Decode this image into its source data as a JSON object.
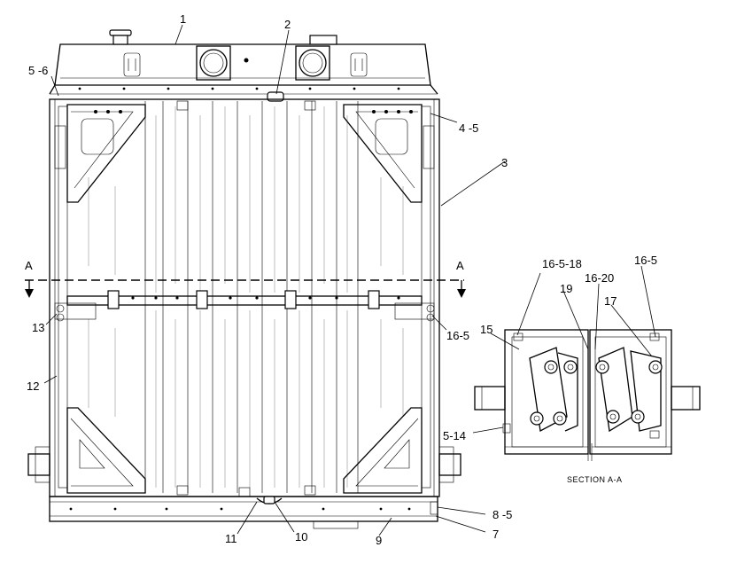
{
  "callouts": [
    {
      "id": "c1",
      "text": "1"
    },
    {
      "id": "c2",
      "text": "2"
    },
    {
      "id": "c3",
      "text": "3"
    },
    {
      "id": "c4-5",
      "text": "4 -5"
    },
    {
      "id": "c5-6",
      "text": "5 -6"
    },
    {
      "id": "cA-left",
      "text": "A"
    },
    {
      "id": "cA-right",
      "text": "A"
    },
    {
      "id": "c13",
      "text": "13"
    },
    {
      "id": "c16-5-mid",
      "text": "16-5"
    },
    {
      "id": "c12",
      "text": "12"
    },
    {
      "id": "c11",
      "text": "11"
    },
    {
      "id": "c10",
      "text": "10"
    },
    {
      "id": "c9",
      "text": "9"
    },
    {
      "id": "c7",
      "text": "7"
    },
    {
      "id": "c8-5",
      "text": "8 -5"
    },
    {
      "id": "c16-5-18",
      "text": "16-5-18"
    },
    {
      "id": "c16-20",
      "text": "16-20"
    },
    {
      "id": "c16-5-top",
      "text": "16-5"
    },
    {
      "id": "c19",
      "text": "19"
    },
    {
      "id": "c17",
      "text": "17"
    },
    {
      "id": "c15",
      "text": "15"
    },
    {
      "id": "c5-14",
      "text": "5-14"
    }
  ],
  "section_title": "SECTION A-A"
}
